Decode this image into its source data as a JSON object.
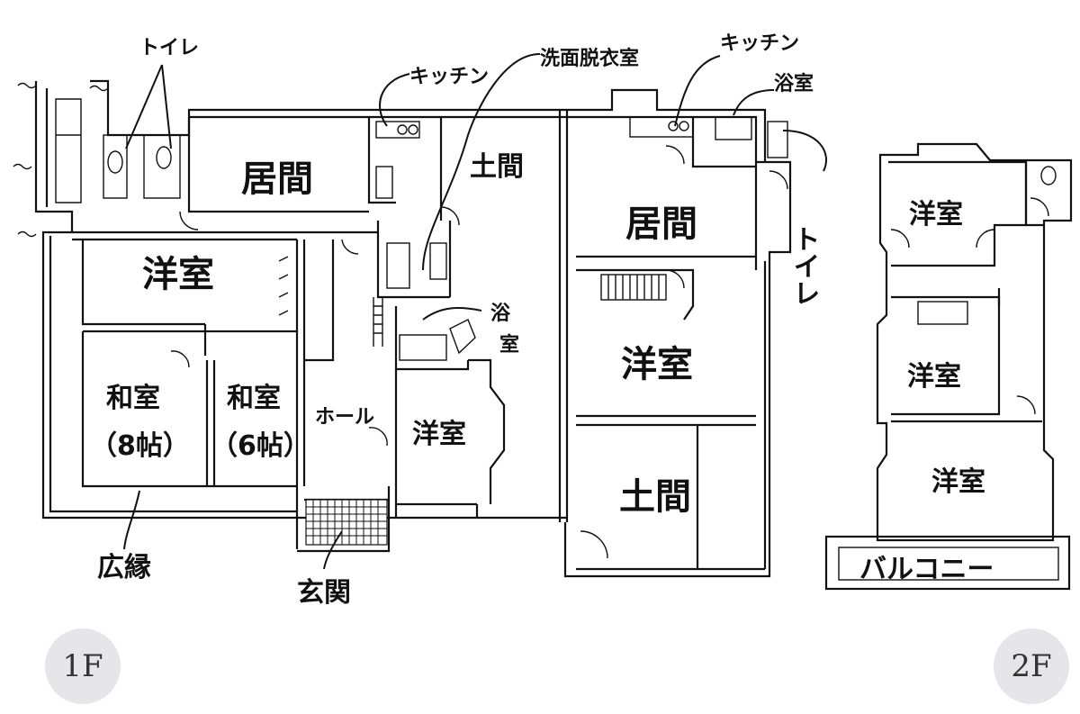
{
  "floors": [
    {
      "badge": "1F",
      "labels": {
        "toilet_top": "トイレ",
        "kitchen_top_left": "キッチン",
        "washroom": "洗面脱衣室",
        "living_left": "居間",
        "doma_top": "土間",
        "western_left": "洋室",
        "washitsu8": "和室",
        "washitsu8_size": "（8帖）",
        "washitsu6": "和室",
        "washitsu6_size": "（6帖）",
        "hall": "ホール",
        "bath_left_1": "浴",
        "bath_left_2": "室",
        "western_center": "洋室",
        "hiroen": "広縁",
        "genkan": "玄関",
        "kitchen_top_right": "キッチン",
        "bath_right": "浴室",
        "living_right": "居間",
        "toilet_right": "トイレ",
        "western_right": "洋室",
        "doma_right": "土間"
      }
    },
    {
      "badge": "2F",
      "labels": {
        "western_1": "洋室",
        "western_2": "洋室",
        "western_3": "洋室",
        "balcony": "バルコニー"
      }
    }
  ]
}
